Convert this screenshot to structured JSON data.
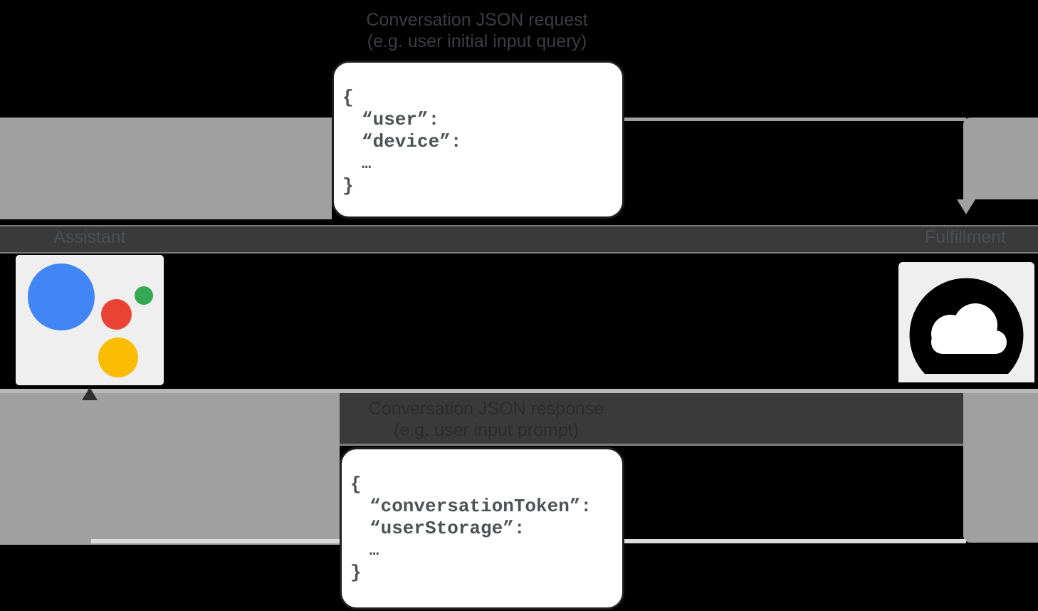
{
  "diagram": {
    "request_flow": {
      "caption_line1": "Conversation JSON request",
      "caption_line2": "(e.g. user initial input query)",
      "code": {
        "open_brace": "{",
        "key1": "“user”:",
        "key2": "“device”:",
        "ellipsis": "…",
        "close_brace": "}"
      }
    },
    "response_flow": {
      "caption_line1": "Conversation JSON response",
      "caption_line2": "(e.g. user input prompt)",
      "code": {
        "open_brace": "{",
        "key1": "“conversationToken”:",
        "key2": "“userStorage”:",
        "ellipsis": "…",
        "close_brace": "}"
      }
    },
    "entities": {
      "assistant": {
        "label": "Assistant"
      },
      "fulfillment": {
        "label": "Fulfillment"
      }
    }
  },
  "icons": {
    "assistant_logo": "google-assistant-logo",
    "fulfillment_icon": "cloud-icon"
  },
  "colors": {
    "arrow_gray": "#a0a0a0",
    "light_line": "#b8b8b8",
    "bottom_line": "#dcdcdc",
    "band": "#3a3a3a",
    "band_edge": "#7d7d7d",
    "title_text": "#3c3d40",
    "resp_text": "#2b2c2e",
    "label_text": "#4c4f52",
    "box_border": "#1e1e1e",
    "code_text": "#4e5256",
    "google_blue": "#4285f4",
    "google_green": "#34a853",
    "google_red": "#ea4335",
    "google_yellow": "#fbbc04",
    "cloud_glyph": "#000000",
    "tile_bg": "#efefef"
  }
}
